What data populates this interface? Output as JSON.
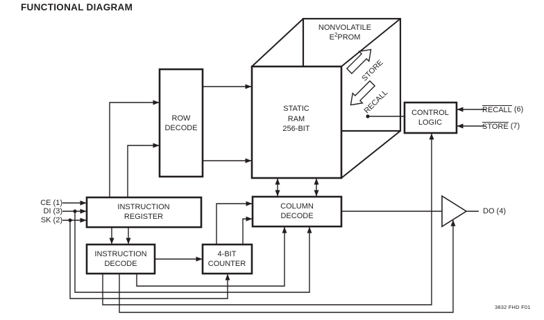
{
  "title": "FUNCTIONAL DIAGRAM",
  "note": "3832 FHD F01",
  "colors": {
    "ink": "#231f20",
    "background": "#ffffff"
  },
  "blocks": {
    "nonvolatile": {
      "line1": "NONVOLATILE",
      "e": "E",
      "sup": "2",
      "rest": "PROM"
    },
    "static_ram": {
      "line1": "STATIC",
      "line2": "RAM",
      "line3": "256-BIT"
    },
    "row_decode": {
      "line1": "ROW",
      "line2": "DECODE"
    },
    "control_logic": {
      "line1": "CONTROL",
      "line2": "LOGIC"
    },
    "instruction_register": {
      "line1": "INSTRUCTION",
      "line2": "REGISTER"
    },
    "column_decode": {
      "line1": "COLUMN",
      "line2": "DECODE"
    },
    "instruction_decode": {
      "line1": "INSTRUCTION",
      "line2": "DECODE"
    },
    "bit_counter": {
      "line1": "4-BIT",
      "line2": "COUNTER"
    }
  },
  "transfer_arrows": {
    "store": "STORE",
    "recall": "RECALL"
  },
  "pins": {
    "ce": "CE (1)",
    "di": "DI (3)",
    "sk": "SK (2)",
    "do": "DO (4)",
    "recall": {
      "name": "RECALL",
      "suffix": " (6)"
    },
    "store": {
      "name": "STORE",
      "suffix": " (7)"
    }
  }
}
